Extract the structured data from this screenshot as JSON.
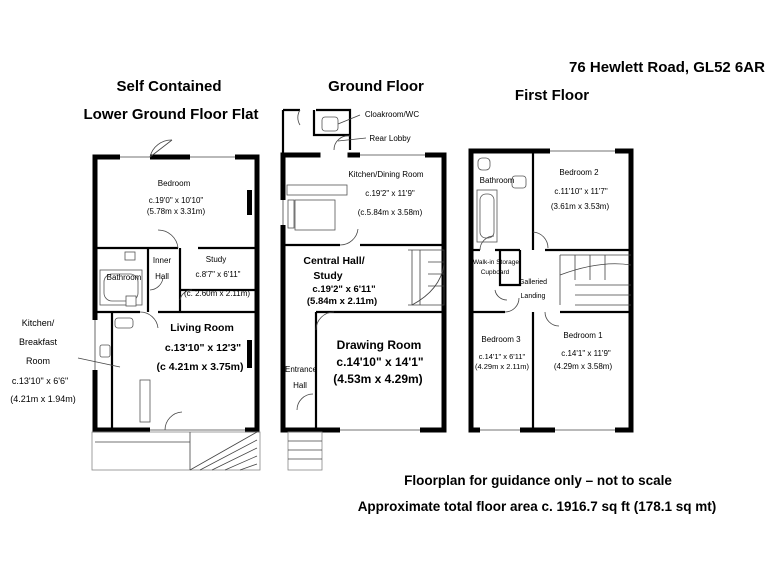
{
  "address": "76 Hewlett Road, GL52 6AR",
  "floors": {
    "lower": {
      "title_line1": "Self Contained",
      "title_line2": "Lower Ground Floor Flat",
      "rooms": {
        "bedroom": {
          "name": "Bedroom",
          "dim_imperial": "c.19'0\" x 10'10\"",
          "dim_metric": "(5.78m x 3.31m)"
        },
        "bathroom": {
          "name": "Bathroom"
        },
        "inner_hall": {
          "name_line1": "Inner",
          "name_line2": "Hall"
        },
        "study": {
          "name": "Study",
          "dim_imperial": "c.8'7\" x 6'11\"",
          "dim_metric": "(c. 2.60m x 2.11m)"
        },
        "living": {
          "name": "Living Room",
          "dim_imperial": "c.13'10\" x 12'3\"",
          "dim_metric": "(c 4.21m x 3.75m)"
        },
        "kitchen": {
          "name_line1": "Kitchen/",
          "name_line2": "Breakfast",
          "name_line3": "Room",
          "dim_imperial": "c.13'10\" x 6'6\"",
          "dim_metric": "(4.21m x 1.94m)"
        }
      }
    },
    "ground": {
      "title": "Ground Floor",
      "rooms": {
        "cloakroom": {
          "name": "Cloakroom/WC"
        },
        "rear_lobby": {
          "name": "Rear Lobby"
        },
        "kitchen_dining": {
          "name": "Kitchen/Dining Room",
          "dim_imperial": "c.19'2\" x 11'9\"",
          "dim_metric": "(c.5.84m x 3.58m)"
        },
        "central_hall": {
          "name_line1": "Central Hall/",
          "name_line2": "Study",
          "dim_imperial": "c.19'2\" x 6'11\"",
          "dim_metric": "(5.84m x 2.11m)"
        },
        "drawing": {
          "name": "Drawing Room",
          "dim_imperial": "c.14'10\" x 14'1\"",
          "dim_metric": "(4.53m x 4.29m)"
        },
        "entrance_hall": {
          "name_line1": "Entrance",
          "name_line2": "Hall"
        }
      }
    },
    "first": {
      "title": "First Floor",
      "rooms": {
        "bathroom": {
          "name": "Bathroom"
        },
        "bedroom2": {
          "name": "Bedroom 2",
          "dim_imperial": "c.11'10\" x 11'7\"",
          "dim_metric": "(3.61m x 3.53m)"
        },
        "storage": {
          "name_line1": "Walk-in Storage",
          "name_line2": "Cupboard"
        },
        "landing": {
          "name_line1": "Galleried",
          "name_line2": "Landing"
        },
        "bedroom3": {
          "name": "Bedroom 3",
          "dim_imperial": "c.14'1\" x 6'11\"",
          "dim_metric": "(4.29m x 2.11m)"
        },
        "bedroom1": {
          "name": "Bedroom 1",
          "dim_imperial": "c.14'1\" x 11'9\"",
          "dim_metric": "(4.29m x 3.58m)"
        }
      }
    }
  },
  "footer": {
    "disclaimer": "Floorplan for guidance only – not to scale",
    "total_area": "Approximate total floor area c. 1916.7 sq ft (178.1 sq mt)"
  }
}
